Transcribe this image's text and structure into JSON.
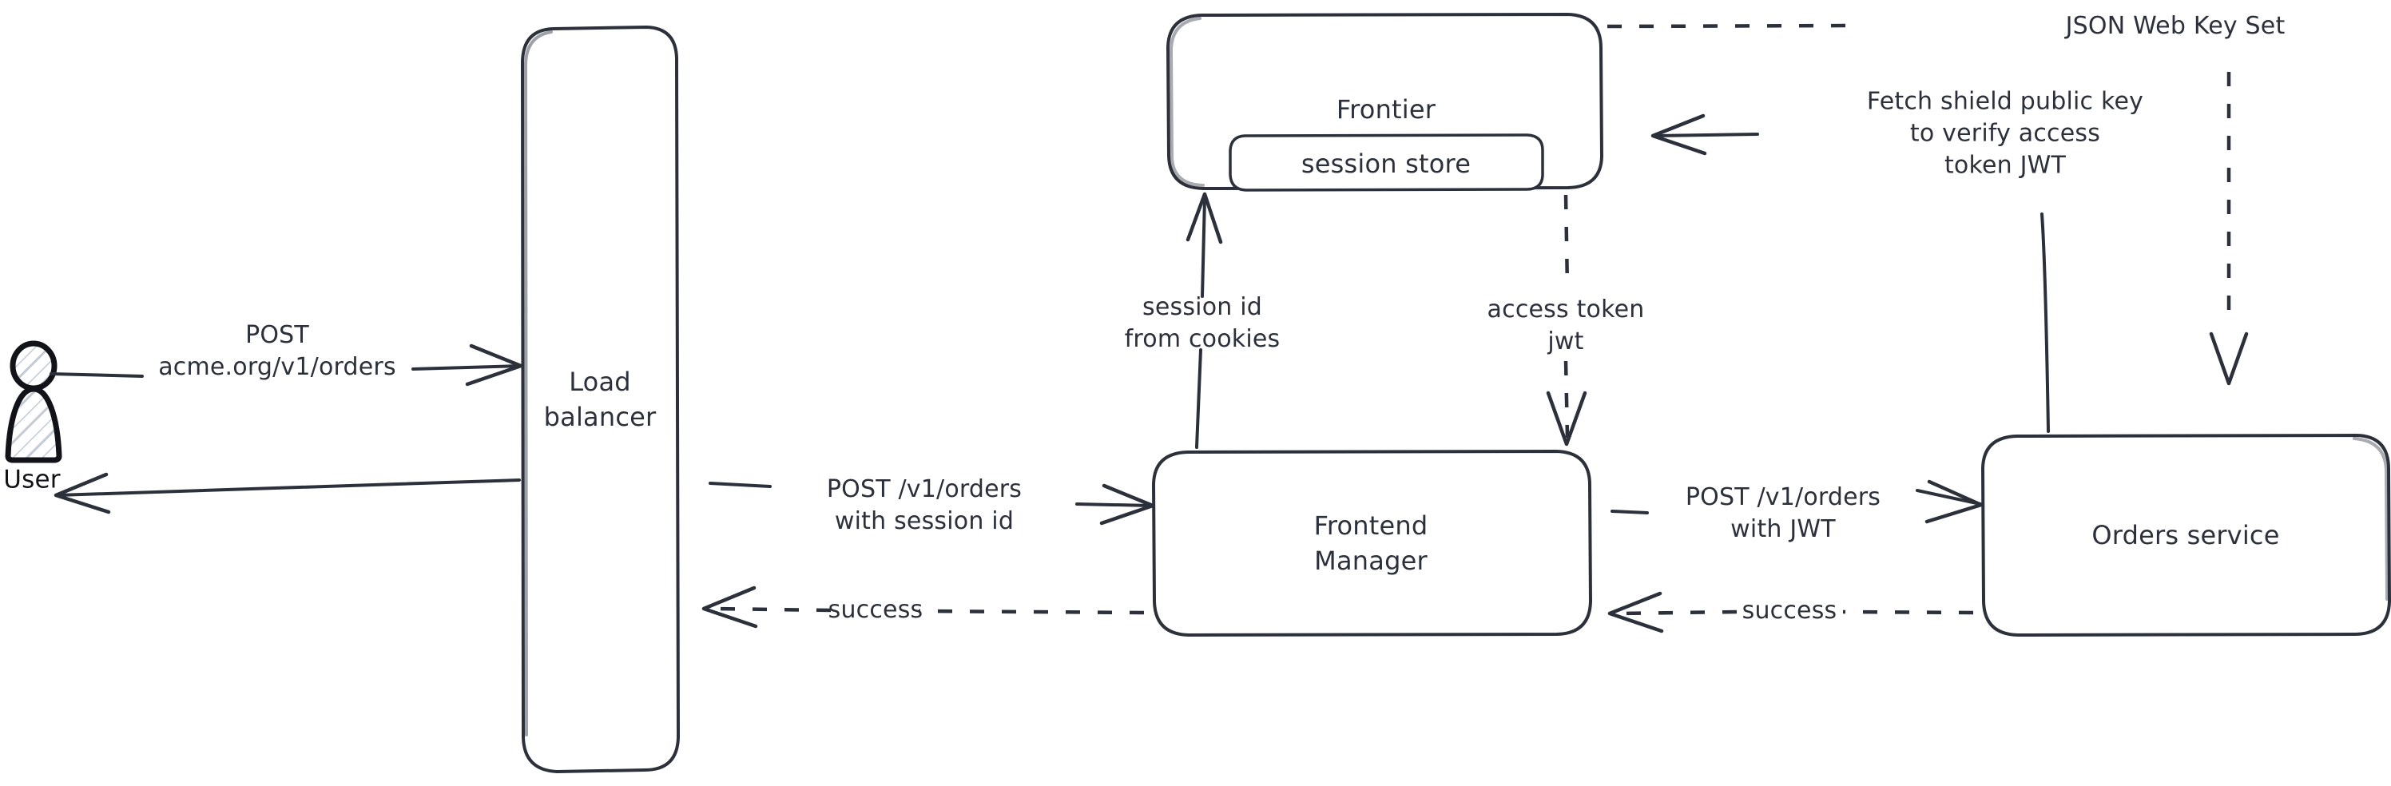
{
  "diagram": {
    "title": "Request flow: user to orders service with session and JWT auth",
    "background": "#ffffff",
    "stroke_color": "#2b303b",
    "actor_color": "#111318"
  },
  "nodes": {
    "user": {
      "label": "User",
      "icon": "user-actor-icon"
    },
    "load_balancer": {
      "label": "Load\nbalancer"
    },
    "frontier": {
      "label": "Frontier"
    },
    "session_store": {
      "label": "session store"
    },
    "frontend_manager": {
      "label": "Frontend\nManager"
    },
    "orders_service": {
      "label": "Orders service"
    }
  },
  "edges": {
    "user_to_lb": {
      "label": "POST\nacme.org/v1/orders",
      "style": "solid",
      "direction": "right"
    },
    "lb_to_user": {
      "label": "",
      "style": "solid",
      "direction": "left"
    },
    "lb_to_fm": {
      "label": "POST /v1/orders\nwith session id",
      "style": "solid",
      "direction": "right"
    },
    "fm_to_lb": {
      "label": "success",
      "style": "dashed",
      "direction": "left"
    },
    "fm_to_frontier": {
      "label": "session id\nfrom cookies",
      "style": "solid",
      "direction": "up"
    },
    "frontier_to_fm": {
      "label": "access token\njwt",
      "style": "dashed",
      "direction": "down"
    },
    "fm_to_orders": {
      "label": "POST /v1/orders\nwith JWT",
      "style": "solid",
      "direction": "right"
    },
    "orders_to_fm": {
      "label": "success",
      "style": "dashed",
      "direction": "left"
    },
    "orders_to_frontier": {
      "label": "Fetch shield public key\nto verify access\ntoken JWT",
      "style": "solid",
      "direction": "left"
    },
    "frontier_to_orders": {
      "label": "JSON Web Key Set",
      "style": "dashed",
      "direction": "down"
    }
  }
}
